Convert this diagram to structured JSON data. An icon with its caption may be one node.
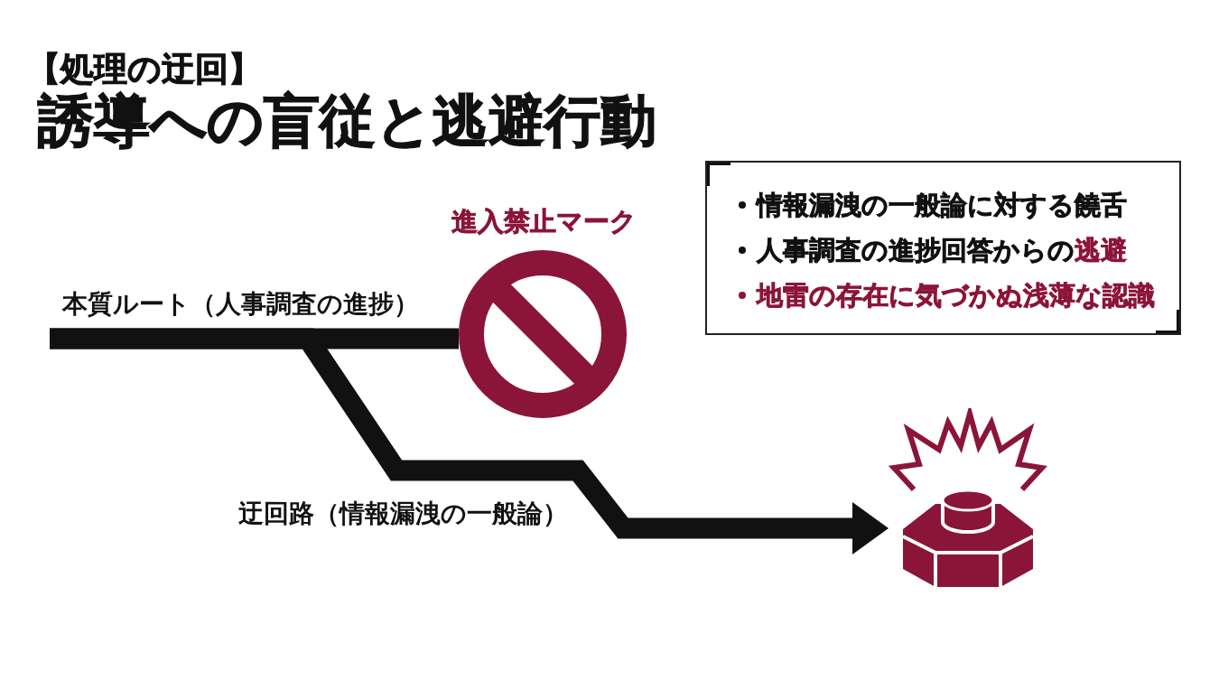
{
  "diagram": {
    "title": "誘導への盲従と逃避行動",
    "nodes": [
      {
        "text": [],
        "shape": "picture",
        "beside": [
          "進入禁止マーク"
        ]
      },
      {
        "text": [],
        "shape": "picture"
      },
      {
        "text": [
          "情報漏洩の一般論に対する饒舌",
          "人事調査の進捗回答からの**逃避**",
          "地雷の存在に気づかぬ浅薄な認識"
        ]
      }
    ],
    "edges": [
      {
        "from": null,
        "to": 0,
        "arrow": "none",
        "label": "本質ルート（人事調査の進捗）"
      },
      {
        "from": null,
        "to": 1,
        "arrow": "to",
        "label": "迂回路（情報漏洩の一般論）"
      }
    ],
    "labels": [
      "【処理の迂回】"
    ]
  }
}
